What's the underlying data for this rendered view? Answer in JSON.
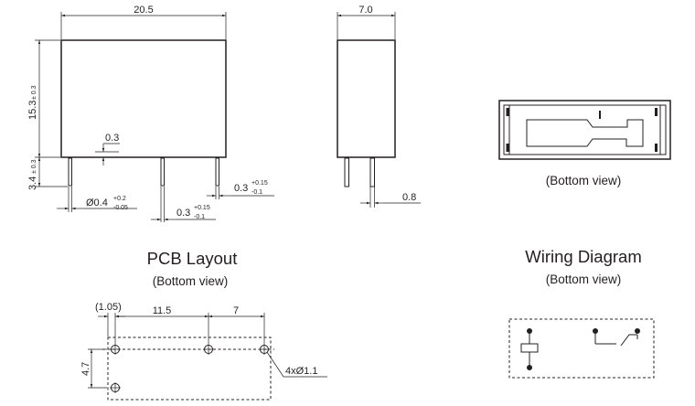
{
  "front_view": {
    "width_label": "20.5",
    "height_label": "15.3",
    "height_tol": "± 0.3",
    "pin_length_label": "3.4",
    "pin_length_tol": "± 0.3",
    "standoff_label": "0.3",
    "pin_dia_base": "Ø0.4",
    "pin_dia_tol_plus": "+0.2",
    "pin_dia_tol_minus": "-0.05",
    "pin_thick_base": "0.3",
    "pin_thick_tol_plus": "+0.15",
    "pin_thick_tol_minus": "-0.1",
    "pin_thick2_base": "0.3",
    "pin_thick2_tol_plus": "+0.15",
    "pin_thick2_tol_minus": "-0.1"
  },
  "side_view": {
    "depth_label": "7.0",
    "pin_width_label": "0.8"
  },
  "bottom_view": {
    "caption": "(Bottom view)"
  },
  "pcb_layout": {
    "title": "PCB Layout",
    "caption": "(Bottom view)",
    "offset_label": "(1.05)",
    "pitch1_label": "11.5",
    "pitch2_label": "7",
    "row_label": "4.7",
    "hole_label": "4xØ1.1"
  },
  "wiring_diagram": {
    "title": "Wiring Diagram",
    "caption": "(Bottom view)"
  }
}
